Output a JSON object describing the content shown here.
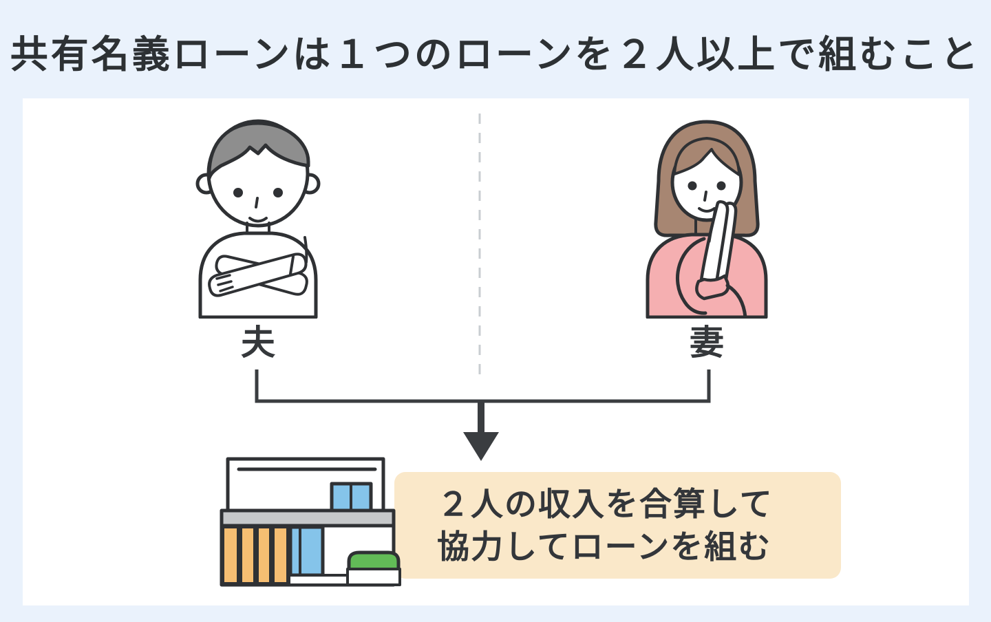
{
  "title": "共有名義ローンは１つのローンを２人以上で組むこと",
  "people": {
    "husband": {
      "label": "夫"
    },
    "wife": {
      "label": "妻"
    }
  },
  "note": {
    "line1": "２人の収入を合算して",
    "line2": "協力してローンを組む"
  },
  "icons": {
    "husband_illustration": "man-with-arms-crossed",
    "wife_illustration": "woman-with-hands-together",
    "house": "modern-two-story-house",
    "arrow": "down-arrow",
    "bracket": "merge-bracket",
    "divider": "vertical-dashed-line"
  },
  "colors": {
    "background": "#EAF2FC",
    "card_bg": "#FFFFFF",
    "title_text": "#2D3134",
    "label_text": "#35383B",
    "line": "#3A3D40",
    "dashed_line": "#C9CDD1",
    "note_bg": "#FAE8C9",
    "note_text": "#33363A",
    "outline": "#2F3134",
    "man_hair": "#8E8E8E",
    "woman_hair": "#A78672",
    "woman_sweater": "#F5AFB1",
    "house_orange": "#F6BE72",
    "house_blue": "#85C4EA",
    "house_gray": "#C6C8CA",
    "house_green": "#62BB57"
  }
}
